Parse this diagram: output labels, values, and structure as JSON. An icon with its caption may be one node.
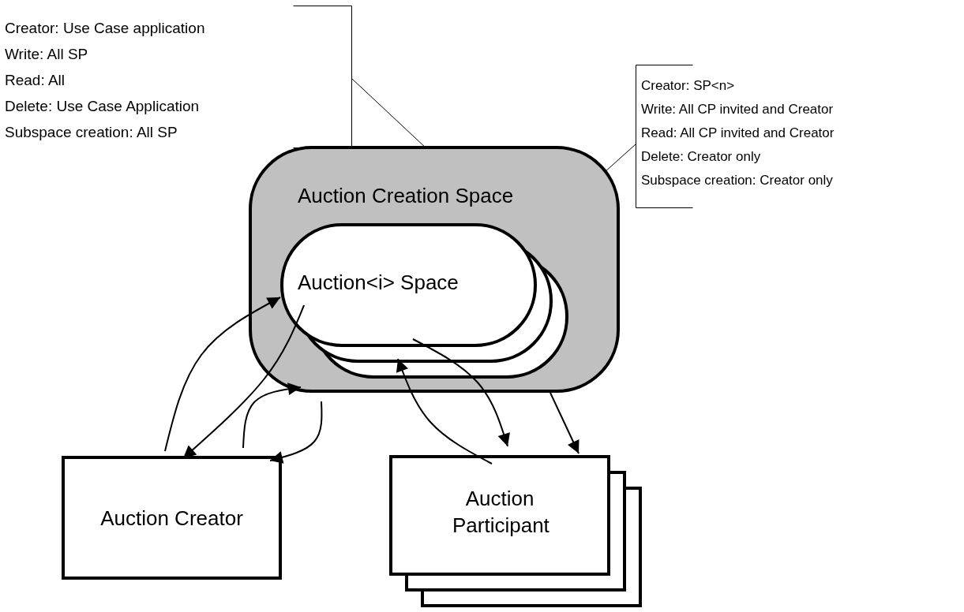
{
  "diagram": {
    "nodes": [
      {
        "text": [
          "Creator: Use Case application",
          "Write: All SP",
          "Read: All",
          "Delete: Use Case Application",
          "Subspace creation: All SP"
        ]
      },
      {
        "text": [
          "Auction Creation Space"
        ]
      },
      {
        "text": [
          "Auction<i> Space"
        ],
        "in": 1
      },
      {
        "text": [
          "Creator: SP<n>",
          "Write: All CP invited and Creator",
          "Read: All CP invited and Creator",
          "Delete: Creator only",
          "Subspace creation: Creator only"
        ]
      },
      {
        "text": [
          "Auction Creator"
        ]
      },
      {
        "text": [
          "Auction Participant"
        ]
      }
    ],
    "edges": [
      {
        "from": 0,
        "to": 1,
        "arrow": "none"
      },
      {
        "from": 3,
        "to": 2,
        "arrow": "none"
      },
      {
        "from": 4,
        "to": 2,
        "arrow": "to"
      },
      {
        "from": 2,
        "to": 4,
        "arrow": "to"
      },
      {
        "from": 4,
        "to": 1,
        "arrow": "to"
      },
      {
        "from": 1,
        "to": 4,
        "arrow": "to"
      },
      {
        "from": 2,
        "to": 5,
        "arrow": "to"
      },
      {
        "from": 5,
        "to": 2,
        "arrow": "to"
      },
      {
        "from": 1,
        "to": 5,
        "arrow": "to"
      }
    ]
  }
}
